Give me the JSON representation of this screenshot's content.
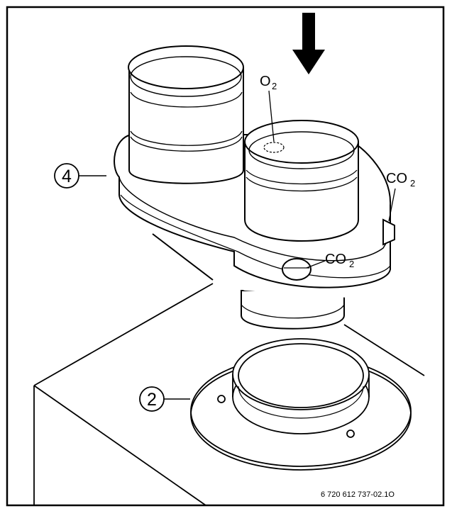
{
  "callouts": [
    {
      "id": "4"
    },
    {
      "id": "2"
    }
  ],
  "labels": {
    "o2": {
      "main": "O",
      "sub": "2"
    },
    "co2_side": {
      "main": "CO",
      "sub": "2"
    },
    "co2_front": {
      "main": "CO",
      "sub": "2"
    }
  },
  "document_code": "6 720 612 737-02.1O"
}
